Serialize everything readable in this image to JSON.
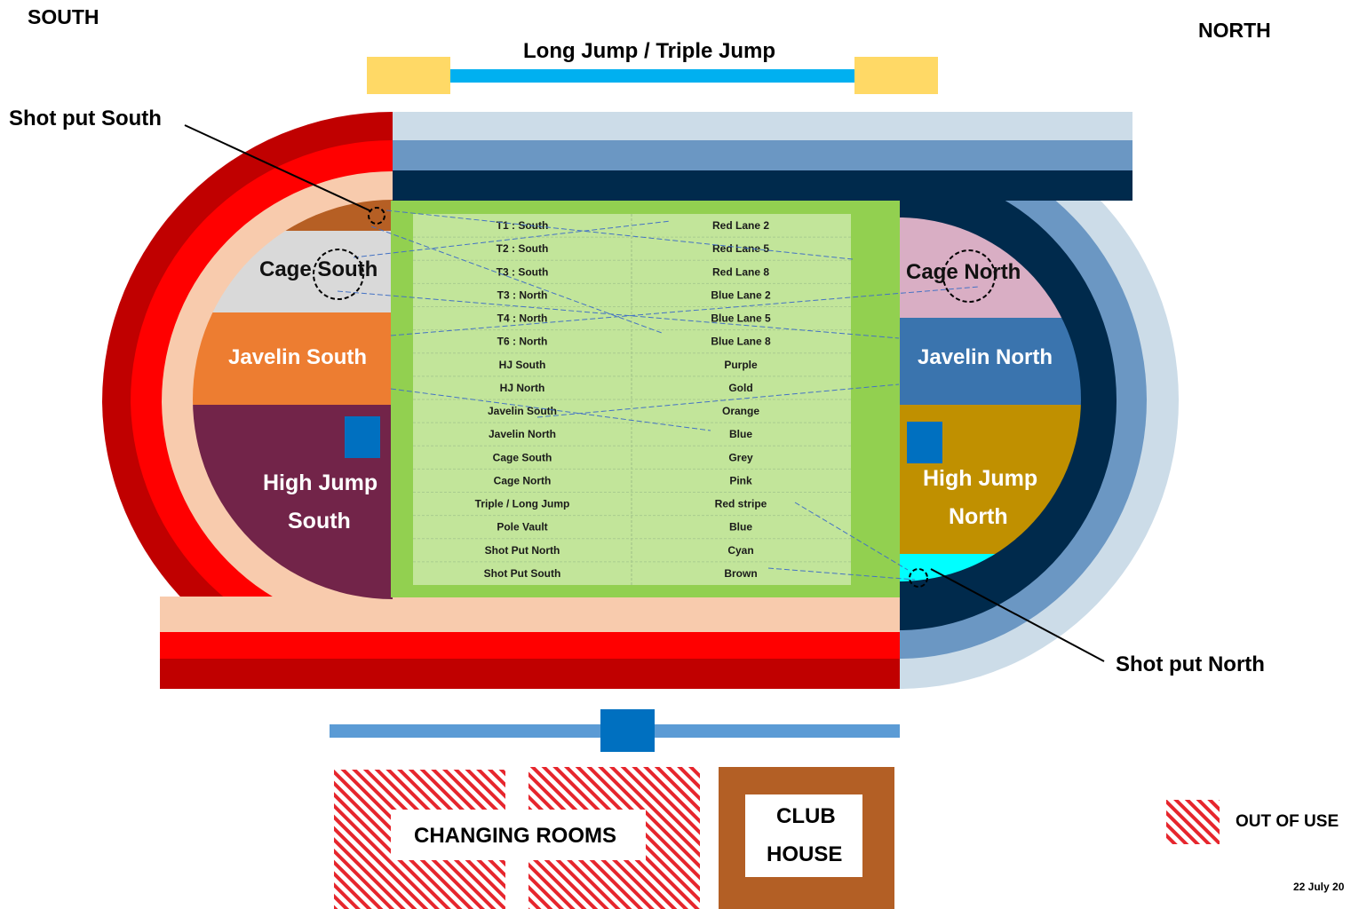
{
  "compass": {
    "left": "SOUTH",
    "right": "NORTH"
  },
  "top_runway": {
    "label": "Long Jump / Triple Jump"
  },
  "callouts": {
    "shot_put_south": "Shot put South",
    "shot_put_north": "Shot put North"
  },
  "zones": {
    "cage_south": "Cage South",
    "javelin_south": "Javelin South",
    "high_jump_south_1": "High Jump",
    "high_jump_south_2": "South",
    "cage_north": "Cage North",
    "javelin_north": "Javelin North",
    "high_jump_north_1": "High Jump",
    "high_jump_north_2": "North"
  },
  "legend_table": {
    "rows": [
      {
        "event": "T1 : South",
        "colour": "Red Lane 2"
      },
      {
        "event": "T2 : South",
        "colour": "Red Lane 5"
      },
      {
        "event": "T3 : South",
        "colour": "Red Lane 8"
      },
      {
        "event": "T3 : North",
        "colour": "Blue Lane 2"
      },
      {
        "event": "T4 : North",
        "colour": "Blue Lane 5"
      },
      {
        "event": "T6 : North",
        "colour": "Blue Lane 8"
      },
      {
        "event": "HJ South",
        "colour": "Purple"
      },
      {
        "event": "HJ North",
        "colour": "Gold"
      },
      {
        "event": "Javelin South",
        "colour": "Orange"
      },
      {
        "event": "Javelin North",
        "colour": "Blue"
      },
      {
        "event": "Cage South",
        "colour": "Grey"
      },
      {
        "event": "Cage North",
        "colour": "Pink"
      },
      {
        "event": "Triple / Long Jump",
        "colour": "Red stripe"
      },
      {
        "event": "Pole Vault",
        "colour": "Blue"
      },
      {
        "event": "Shot Put North",
        "colour": "Cyan"
      },
      {
        "event": "Shot Put South",
        "colour": "Brown"
      }
    ]
  },
  "buildings": {
    "changing_rooms": "CHANGING ROOMS",
    "club_house_1": "CLUB",
    "club_house_2": "HOUSE"
  },
  "key": {
    "out_of_use": "OUT OF USE"
  },
  "date": "22 July 20",
  "colors": {
    "red_dark": "#C00000",
    "red": "#FF0000",
    "peach": "#F8CBAD",
    "blue_light": "#CCDCE8",
    "blue_mid": "#6B97C3",
    "navy": "#002A4C",
    "field_green": "#92D050",
    "table_green": "#C2E59A",
    "javelin_south": "#ED7D31",
    "high_jump_south": "#722449",
    "cage_south": "#D9D9D9",
    "shot_south": "#B65F24",
    "cage_north": "#D9AEC4",
    "javelin_north": "#3A74AE",
    "high_jump_north": "#C09000",
    "shot_north": "#00FFFF",
    "runway_pad": "#FFD966",
    "runway_blue": "#00B0F0",
    "pole_vault": "#0070C0",
    "club_house": "#B35F25"
  }
}
